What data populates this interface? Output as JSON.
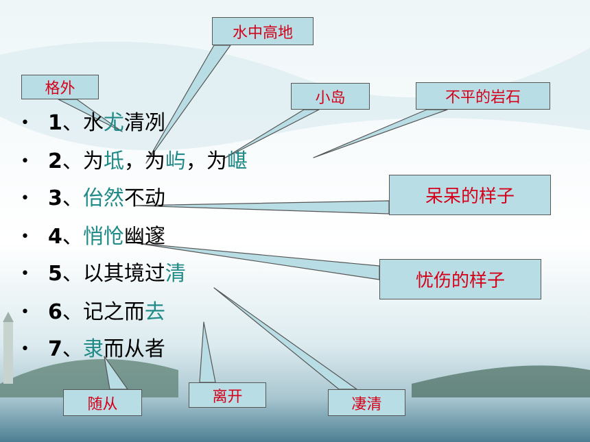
{
  "lines": [
    {
      "num": "1",
      "sep": "、",
      "parts": [
        {
          "t": "水",
          "hl": false
        },
        {
          "t": "尤",
          "hl": true
        },
        {
          "t": "清冽",
          "hl": false
        }
      ]
    },
    {
      "num": "2",
      "sep": "、",
      "parts": [
        {
          "t": "为",
          "hl": false
        },
        {
          "t": "坻",
          "hl": true
        },
        {
          "t": "，为",
          "hl": false
        },
        {
          "t": "屿",
          "hl": true
        },
        {
          "t": "，为",
          "hl": false
        },
        {
          "t": "嵁",
          "hl": true
        }
      ]
    },
    {
      "num": "3",
      "sep": "、",
      "parts": [
        {
          "t": "佁然",
          "hl": true
        },
        {
          "t": "不动",
          "hl": false
        }
      ]
    },
    {
      "num": "4",
      "sep": "、",
      "parts": [
        {
          "t": "悄怆",
          "hl": true
        },
        {
          "t": "幽邃",
          "hl": false
        }
      ]
    },
    {
      "num": "5",
      "sep": "、",
      "parts": [
        {
          "t": "以其境过",
          "hl": false
        },
        {
          "t": "清",
          "hl": true
        }
      ]
    },
    {
      "num": "6",
      "sep": "、",
      "parts": [
        {
          "t": "记之而",
          "hl": false
        },
        {
          "t": "去",
          "hl": true
        }
      ]
    },
    {
      "num": "7",
      "sep": "、",
      "parts": [
        {
          "t": "隶",
          "hl": true
        },
        {
          "t": "而从者",
          "hl": false
        }
      ]
    }
  ],
  "callouts": {
    "gewai": "格外",
    "shuizhong": "水中高地",
    "xiaodao": "小岛",
    "bupingyanshi": "不平的岩石",
    "daidai": "呆呆的样子",
    "youshang": "忧伤的样子",
    "suicong": "随从",
    "likai": "离开",
    "qiqing": "凄清"
  },
  "colors": {
    "highlight": "#1f8a86",
    "callout_text": "#d4001a",
    "callout_fill": "#b9dde4"
  }
}
